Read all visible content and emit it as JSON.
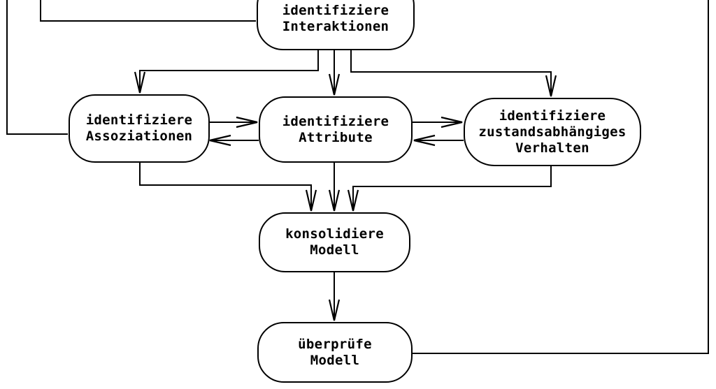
{
  "diagram": {
    "type": "flowchart",
    "language": "de",
    "nodes": [
      {
        "id": "identifiziere-interaktionen",
        "lines": [
          "identifiziere",
          "Interaktionen"
        ]
      },
      {
        "id": "identifiziere-assoziationen",
        "lines": [
          "identifiziere",
          "Assoziationen"
        ]
      },
      {
        "id": "identifiziere-attribute",
        "lines": [
          "identifiziere",
          "Attribute"
        ]
      },
      {
        "id": "identifiziere-zustandsabhaengiges-verhalten",
        "lines": [
          "identifiziere",
          "zustandsabhängiges",
          "Verhalten"
        ]
      },
      {
        "id": "konsolidiere-modell",
        "lines": [
          "konsolidiere",
          "Modell"
        ]
      },
      {
        "id": "ueberpruefe-modell",
        "lines": [
          "überprüfe",
          "Modell"
        ]
      }
    ],
    "edges": [
      {
        "from": "off-screen-top",
        "to": "identifiziere-assoziationen",
        "arrowhead": false
      },
      {
        "from": "off-screen-top",
        "to": "identifiziere-interaktionen",
        "arrowhead": false
      },
      {
        "from": "identifiziere-interaktionen",
        "to": "identifiziere-assoziationen",
        "arrowhead": true
      },
      {
        "from": "identifiziere-interaktionen",
        "to": "identifiziere-attribute",
        "arrowhead": true
      },
      {
        "from": "identifiziere-interaktionen",
        "to": "identifiziere-zustandsabhaengiges-verhalten",
        "arrowhead": true
      },
      {
        "from": "identifiziere-assoziationen",
        "to": "identifiziere-attribute",
        "arrowhead": true
      },
      {
        "from": "identifiziere-attribute",
        "to": "identifiziere-assoziationen",
        "arrowhead": true
      },
      {
        "from": "identifiziere-attribute",
        "to": "identifiziere-zustandsabhaengiges-verhalten",
        "arrowhead": true
      },
      {
        "from": "identifiziere-zustandsabhaengiges-verhalten",
        "to": "identifiziere-attribute",
        "arrowhead": true
      },
      {
        "from": "identifiziere-assoziationen",
        "to": "konsolidiere-modell",
        "arrowhead": true
      },
      {
        "from": "identifiziere-attribute",
        "to": "konsolidiere-modell",
        "arrowhead": true
      },
      {
        "from": "identifiziere-zustandsabhaengiges-verhalten",
        "to": "konsolidiere-modell",
        "arrowhead": true
      },
      {
        "from": "konsolidiere-modell",
        "to": "ueberpruefe-modell",
        "arrowhead": true
      },
      {
        "from": "ueberpruefe-modell",
        "to": "off-screen-top-right",
        "arrowhead": false
      }
    ],
    "colors": {
      "line": "#000000",
      "node_border": "#000000",
      "node_fill": "#ffffff",
      "text": "#000000",
      "background": "#ffffff"
    }
  }
}
